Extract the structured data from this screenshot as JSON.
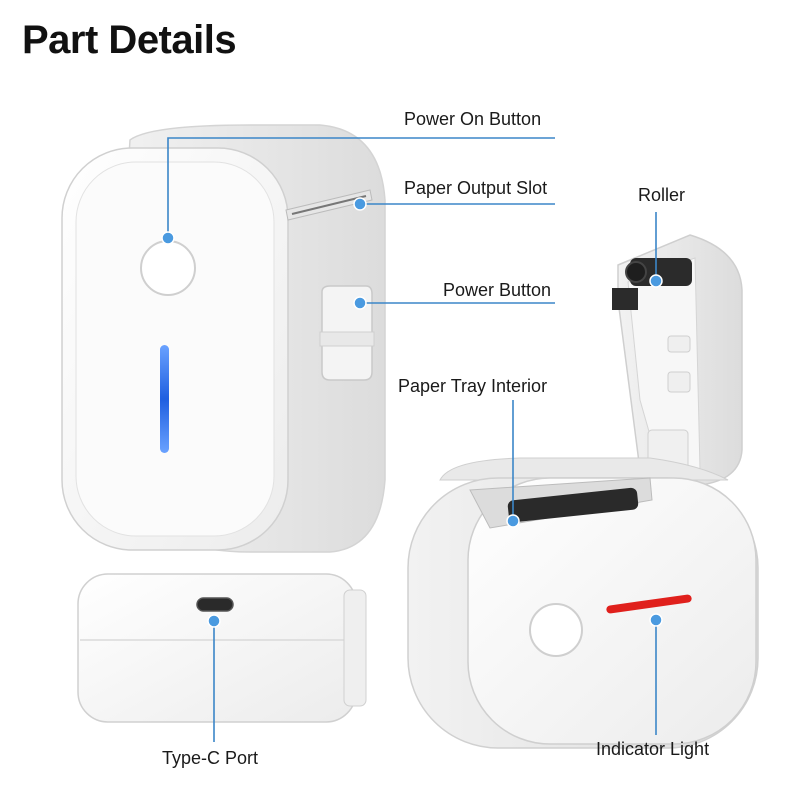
{
  "title": "Part Details",
  "colors": {
    "leader": "#3b86c8",
    "dot": "#4a9ae0",
    "body": "#ffffff",
    "edge": "#d6d6d6",
    "blue_led": "#2f6fe8",
    "red_led": "#e0201c"
  },
  "labels": {
    "power_on_button": "Power On Button",
    "paper_output_slot": "Paper Output Slot",
    "power_button": "Power Button",
    "paper_tray_interior": "Paper Tray Interior",
    "roller": "Roller",
    "type_c_port": "Type-C Port",
    "indicator_light": "Indicator Light"
  }
}
